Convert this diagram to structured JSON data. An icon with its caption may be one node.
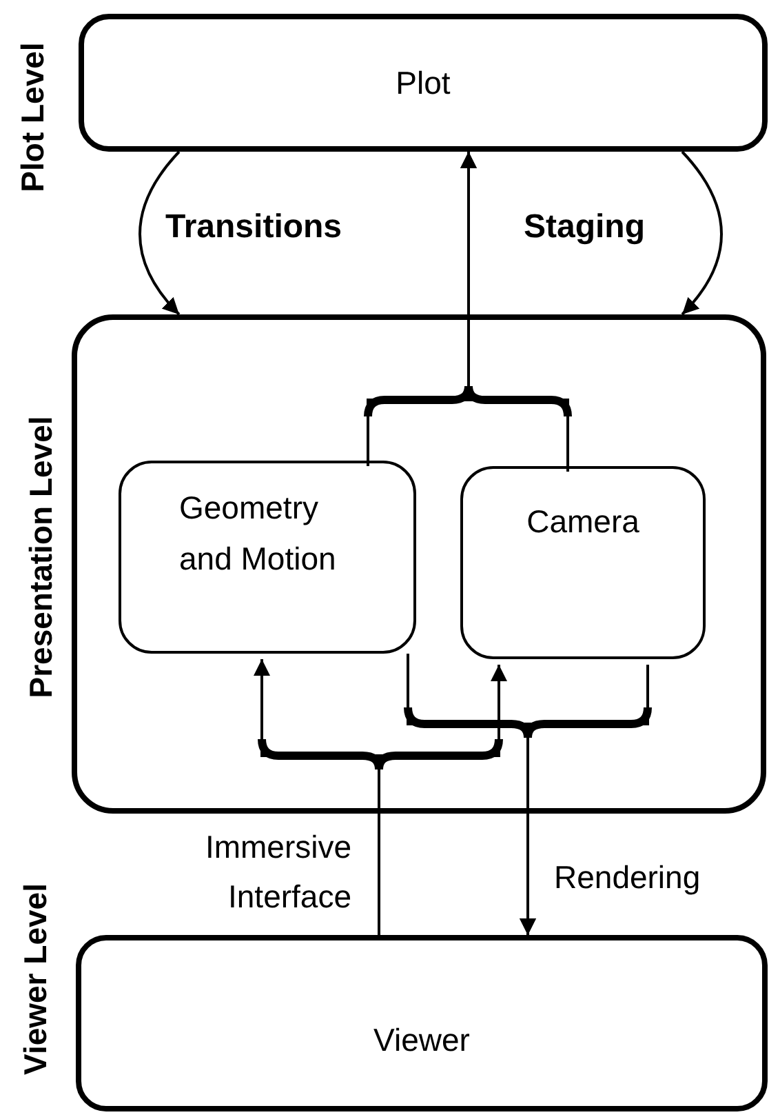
{
  "diagram": {
    "nodes": [
      {
        "text": [
          "Plot"
        ],
        "beside": [
          "Plot Level"
        ]
      },
      {
        "text": [],
        "shape": "box",
        "beside": [
          "Presentation Level"
        ]
      },
      {
        "text": [
          "Geometry and Motion"
        ],
        "in": 1
      },
      {
        "text": [
          "Camera"
        ],
        "in": 1
      },
      {
        "text": [
          "Viewer"
        ],
        "beside": [
          "Viewer Level"
        ]
      }
    ],
    "edges": [
      {
        "from": 0,
        "to": 1,
        "arrow": "to",
        "label": "Transitions"
      },
      {
        "from": 0,
        "to": 1,
        "arrow": "to",
        "label": "Staging"
      },
      {
        "from": 2,
        "to": 0,
        "arrow": "to"
      },
      {
        "from": 3,
        "to": 0,
        "arrow": "to"
      },
      {
        "from": 4,
        "to": 2,
        "arrow": "to",
        "label": "Immersive Interface"
      },
      {
        "from": 4,
        "to": 3,
        "arrow": "to"
      },
      {
        "from": 2,
        "to": 4,
        "arrow": "to",
        "label": "Rendering"
      },
      {
        "from": 3,
        "to": 4,
        "arrow": "to"
      }
    ]
  }
}
